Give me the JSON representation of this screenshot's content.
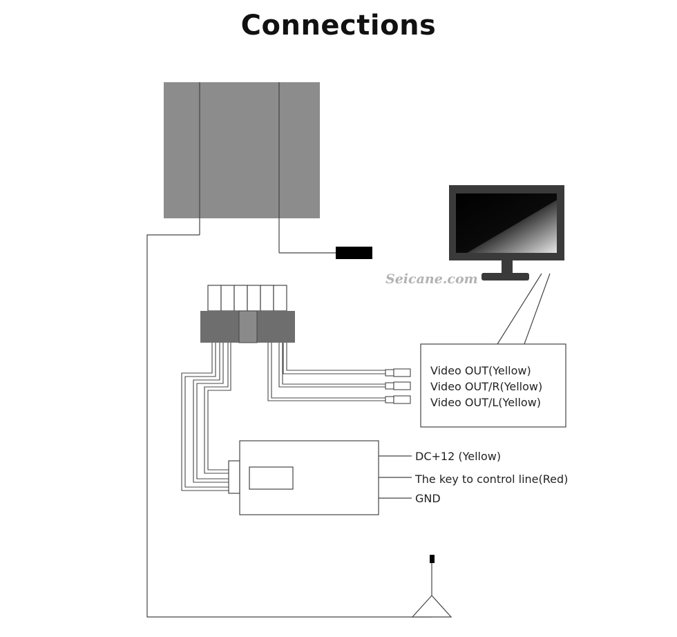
{
  "title": "Connections",
  "watermark": "Seicane.com",
  "video_labels": [
    "Video OUT(Yellow)",
    "Video OUT/R(Yellow)",
    "Video OUT/L(Yellow)"
  ],
  "power_labels": [
    "DC+12 (Yellow)",
    "The key to control line(Red)",
    "GND"
  ],
  "colors": {
    "panel_gray": "#8c8c8c",
    "connector_dark": "#6e6e6e",
    "wire": "#444444",
    "monitor_body": "#3a3a3a",
    "screen": "#000000"
  }
}
